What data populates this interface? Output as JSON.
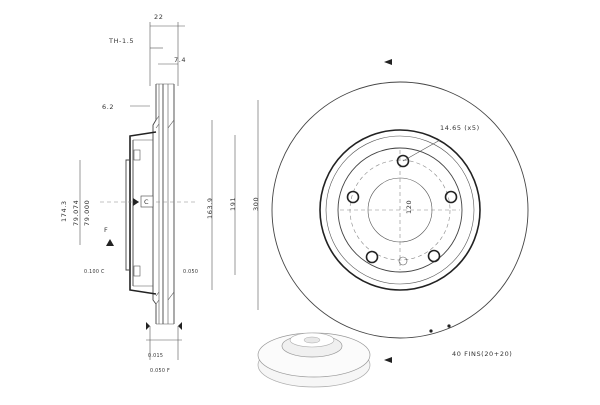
{
  "dimensions": {
    "top_width": "22",
    "th_min": "TH-1.5",
    "flange_thickness": "7.4",
    "hat_thickness": "6.2",
    "outer_diameter": "300",
    "friction_diameter": "191",
    "hat_inner_diameter": "163.9",
    "pilot_diameter": "174.3",
    "bore_max": "79.074",
    "bore_min": "79.000",
    "datum_f": "F",
    "datum_c": "C",
    "tol_left": "0.100 C",
    "tol_right": "0.050",
    "parallelism": "0.015",
    "flatness_bottom": "0.050 F"
  },
  "front_view": {
    "bolt_holes": "14.65 (x5)",
    "pcd": "120",
    "fins": "40 FINS(20+20)"
  },
  "colors": {
    "line": "#444444",
    "text": "#333333",
    "background": "#ffffff"
  }
}
